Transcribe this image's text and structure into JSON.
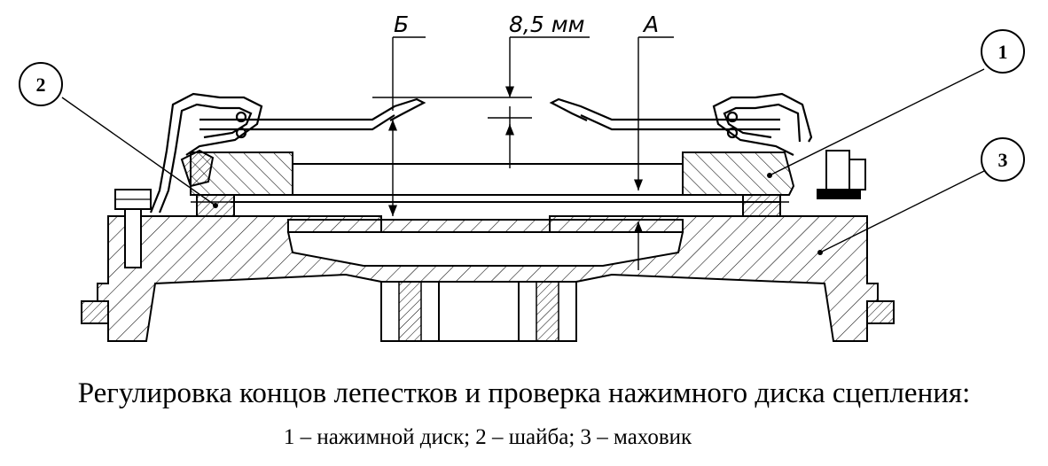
{
  "drawing": {
    "dimension_label_top": "8,5 мм",
    "label_a": "А",
    "label_b": "Б",
    "callouts": [
      {
        "number": "1",
        "name": "нажимной диск"
      },
      {
        "number": "2",
        "name": "шайба"
      },
      {
        "number": "3",
        "name": "маховик"
      }
    ]
  },
  "caption": {
    "title": "Регулировка концов лепестков и проверка нажимного диска сцепления:",
    "legend": "1 – нажимной диск; 2 – шайба; 3 – маховик"
  }
}
